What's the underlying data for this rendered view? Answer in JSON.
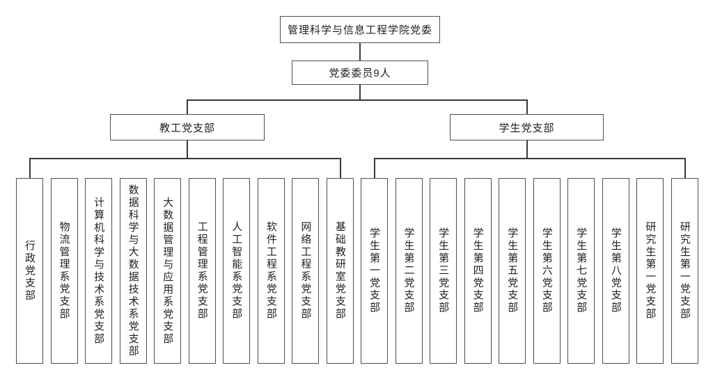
{
  "chart": {
    "root": "管理科学与信息工程学院党委",
    "committee": "党委委员9人",
    "faculty_branch": "教工党支部",
    "student_branch": "学生党支部",
    "faculty_children": [
      "行政党支部",
      "物流管理系党支部",
      "计算机科学与技术系党支部",
      "数据科学与大数据技术系党支部",
      "大数据管理与应用系党支部",
      "工程管理系党支部",
      "人工智能系党支部",
      "软件工程系党支部",
      "网络工程系党支部",
      "基础教研室党支部"
    ],
    "student_children": [
      "学生第一党支部",
      "学生第二党支部",
      "学生第三党支部",
      "学生第四党支部",
      "学生第五党支部",
      "学生第六党支部",
      "学生第七党支部",
      "学生第八党支部",
      "研究生第一党支部",
      "研究生第一党支部"
    ],
    "colors": {
      "border": "#4d4d4d",
      "line": "#383838",
      "text": "#1f1f1f",
      "background": "#ffffff"
    }
  }
}
